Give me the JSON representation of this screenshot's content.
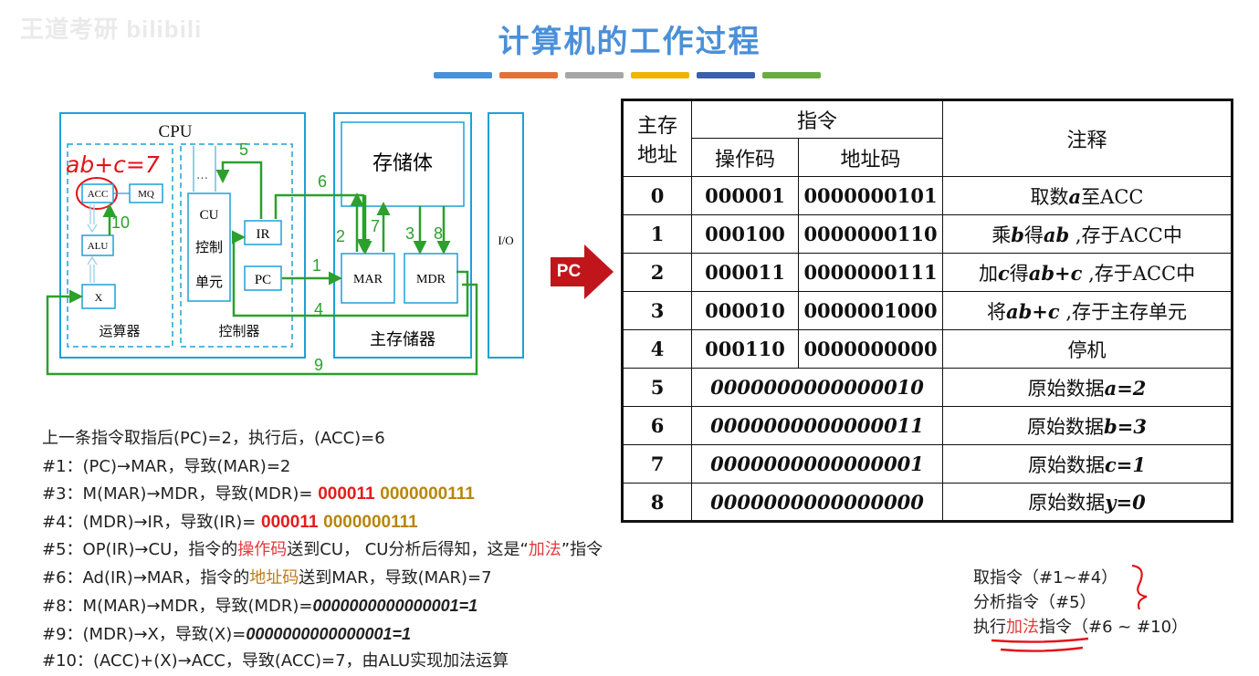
{
  "watermark": "王道考研 bilibili",
  "title": "计算机的工作过程",
  "stripes": [
    "#4a90d9",
    "#e0733a",
    "#a6a6a6",
    "#f0b400",
    "#3c5fa8",
    "#6aab45"
  ],
  "diagram": {
    "cpu": "CPU",
    "handwriting": "ab+c=7",
    "acc": "ACC",
    "mq": "MQ",
    "alu": "ALU",
    "x": "X",
    "cu": "CU",
    "cu_l2": "控制",
    "cu_l3": "单元",
    "dots": "…",
    "ir": "IR",
    "pc": "PC",
    "alu_unit": "运算器",
    "control_unit": "控制器",
    "storage_body": "存储体",
    "mar": "MAR",
    "mdr": "MDR",
    "main_memory": "主存储器",
    "io": "I/O",
    "arrow_labels": {
      "a1": "1",
      "a2": "2",
      "a3": "3",
      "a4": "4",
      "a5": "5",
      "a6": "6",
      "a7": "7",
      "a8": "8",
      "a9": "9",
      "a10": "10"
    }
  },
  "pc_marker": "PC",
  "table": {
    "headers": {
      "address": "主存地址",
      "addr_l1": "主存",
      "addr_l2": "地址",
      "instruction": "指令",
      "opcode": "操作码",
      "addrcode": "地址码",
      "note": "注释"
    },
    "rows": [
      {
        "addr": "0",
        "op": "000001",
        "ad": "0000000101",
        "note_pre": "取数",
        "note_var": "a",
        "note_post": "至ACC"
      },
      {
        "addr": "1",
        "op": "000100",
        "ad": "0000000110",
        "note_pre": "乘",
        "note_var": "b",
        "note_mid": "得",
        "note_var2": "ab",
        "note_post": " ,存于ACC中"
      },
      {
        "addr": "2",
        "op": "000011",
        "ad": "0000000111",
        "note_pre": "加",
        "note_var": "c",
        "note_mid": "得",
        "note_var2": "ab+c",
        "note_post": "  ,存于ACC中"
      },
      {
        "addr": "3",
        "op": "000010",
        "ad": "0000001000",
        "note_pre": "将",
        "note_var": "ab+c",
        "note_post": " ,存于主存单元"
      },
      {
        "addr": "4",
        "op": "000110",
        "ad": "0000000000",
        "note_pre": "停机"
      },
      {
        "addr": "5",
        "data": "0000000000000010",
        "note_pre": "原始数据",
        "note_var": "a=2"
      },
      {
        "addr": "6",
        "data": "0000000000000011",
        "note_pre": "原始数据",
        "note_var": "b=3"
      },
      {
        "addr": "7",
        "data": "0000000000000001",
        "note_pre": "原始数据",
        "note_var": "c=1"
      },
      {
        "addr": "8",
        "data": "0000000000000000",
        "note_pre": "原始数据",
        "note_var": "y=0"
      }
    ]
  },
  "steps": {
    "intro": "上一条指令取指后(PC)=2，执行后，(ACC)=6",
    "s1": "#1：(PC)→MAR，导致(MAR)=2",
    "s3_pre": "#3：M(MAR)→MDR，导致(MDR)= ",
    "s3_op": "000011",
    "s3_ad": "0000000111",
    "s4_pre": "#4：(MDR)→IR，导致(IR)= ",
    "s4_op": "000011",
    "s4_ad": "0000000111",
    "s5_a": "#5：OP(IR)→CU，指令的",
    "s5_b": "操作码",
    "s5_c": "送到CU， CU分析后得知，这是“",
    "s5_d": "加法",
    "s5_e": "”指令",
    "s6_a": "#6：Ad(IR)→MAR，指令的",
    "s6_b": "地址码",
    "s6_c": "送到MAR，导致(MAR)=7",
    "s8_pre": "#8：M(MAR)→MDR，导致(MDR)=",
    "s8_val": "0000000000000001=1",
    "s9_pre": "#9：(MDR)→X，导致(X)=",
    "s9_val": "0000000000000001=1",
    "s10": "#10：(ACC)+(X)→ACC，导致(ACC)=7，由ALU实现加法运算"
  },
  "legend": {
    "l1": "取指令（#1~#4）",
    "l2": "分析指令（#5）",
    "l3_a": "执行",
    "l3_b": "加法",
    "l3_c": "指令（#6 ~ #10）"
  }
}
